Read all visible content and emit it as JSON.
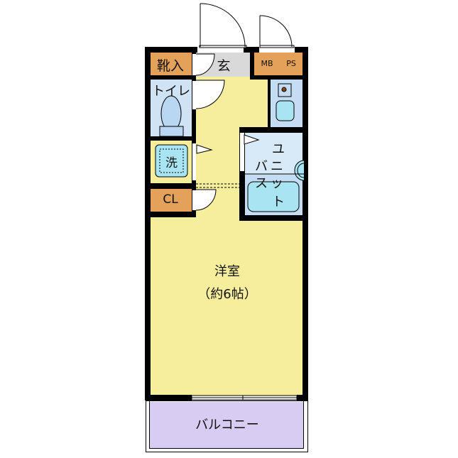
{
  "floorplan": {
    "rooms": {
      "shoe_storage": {
        "label": "靴入",
        "color": "#e3a15a"
      },
      "entrance": {
        "label": "玄",
        "color": "#d9d9d9"
      },
      "mb_ps": {
        "label_mb": "MB",
        "label_ps": "PS",
        "color": "#e3a15a"
      },
      "toilet": {
        "label": "トイレ",
        "color": "#cfe3f5"
      },
      "washer": {
        "label": "洗",
        "color": "#f6ee9c"
      },
      "closet": {
        "label": "CL",
        "color": "#e3a15a"
      },
      "unit_bath": {
        "label_line1": "ユ",
        "label_line2": "バニ",
        "label_line3": "スッ",
        "label_line4": "ト",
        "color": "#cfe3f5"
      },
      "kitchen": {
        "color": "#b9d6f2"
      },
      "western_room": {
        "label": "洋室",
        "size": "（約6帖）",
        "color": "#f6ee9c"
      },
      "balcony": {
        "label": "バルコニー",
        "color": "#d9ccf2"
      }
    },
    "colors": {
      "wall": "#000000",
      "fixture_fill": "#a8e4f2",
      "hallway": "#f6ee9c"
    }
  }
}
